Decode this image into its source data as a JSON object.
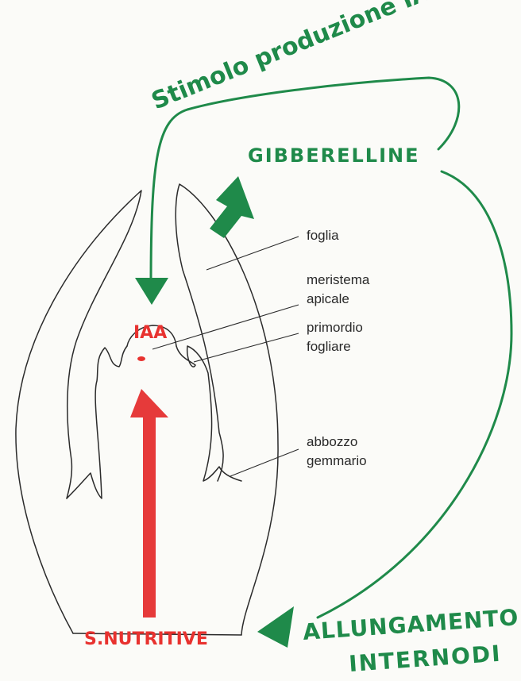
{
  "annotations": {
    "stimulus": "Stimolo produzione IAA",
    "gibberellins": "GIBBERELLINE",
    "iaa": "IAA",
    "nutrients": "S.NUTRITIVE",
    "elongation_line1": "ALLUNGAMENTO",
    "elongation_line2": "INTERNODI"
  },
  "labels": {
    "leaf": "foglia",
    "apical_meristem_line1": "meristema",
    "apical_meristem_line2": "apicale",
    "leaf_primordium_line1": "primordio",
    "leaf_primordium_line2": "fogliare",
    "axillary_bud_line1": "abbozzo",
    "axillary_bud_line2": "gemmario"
  },
  "colors": {
    "green": "#1f8a4a",
    "red": "#e8322f",
    "outline": "#2b2b2b"
  }
}
